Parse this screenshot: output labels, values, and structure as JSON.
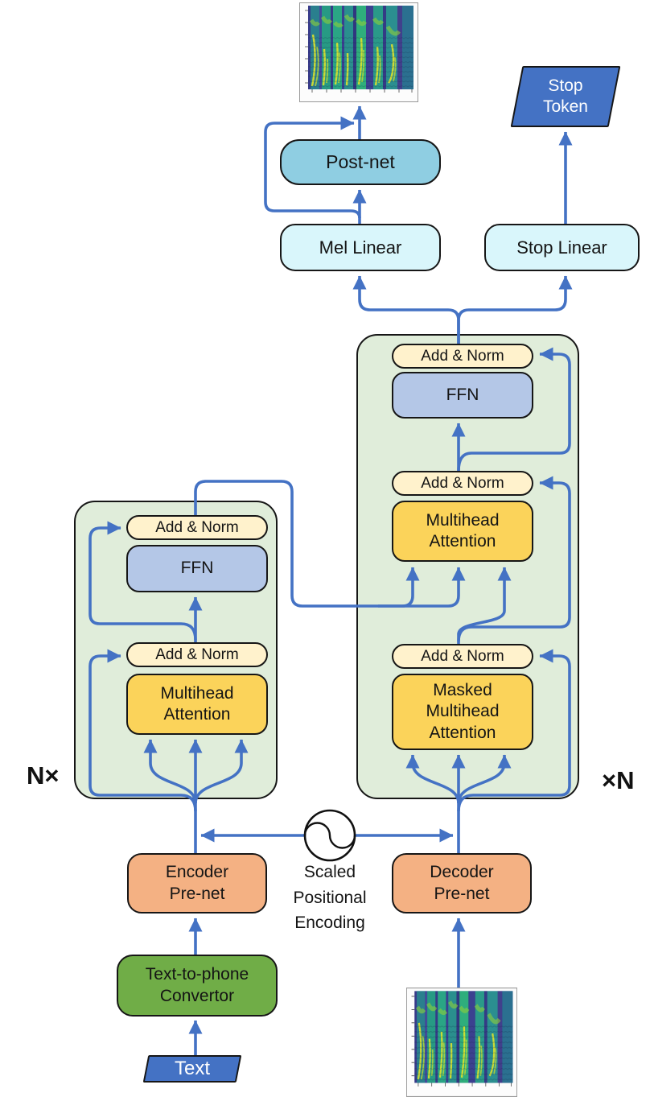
{
  "nodes": {
    "stop_token": "Stop\nToken",
    "post_net": "Post-net",
    "mel_linear": "Mel Linear",
    "stop_linear": "Stop Linear",
    "add_norm": "Add & Norm",
    "ffn": "FFN",
    "multihead_attention": "Multihead\nAttention",
    "masked_multihead_attention": "Masked\nMultihead\nAttention",
    "encoder_prenet": "Encoder\nPre-net",
    "decoder_prenet": "Decoder\nPre-net",
    "text_to_phone": "Text-to-phone\nConvertor",
    "text_input": "Text",
    "scaled_positional_encoding": "Scaled\nPositional\nEncoding",
    "n_times_left": "N×",
    "n_times_right": "×N"
  },
  "icons": {
    "positional_encoding_symbol": "sine-wave-circle",
    "output_spectrogram": "mel-spectrogram-image",
    "input_spectrogram": "mel-spectrogram-image"
  },
  "colors": {
    "arrow": "#4472C4",
    "block_bg": "#E0EDDA",
    "pill": "#FFF2CC",
    "ffn": "#B4C7E7",
    "attention": "#FBD35A",
    "postnet": "#8FCEE2",
    "linear": "#D9F6FB",
    "prenet": "#F4B183",
    "converter": "#70AD47",
    "io": "#4472C4",
    "border": "#161616"
  }
}
